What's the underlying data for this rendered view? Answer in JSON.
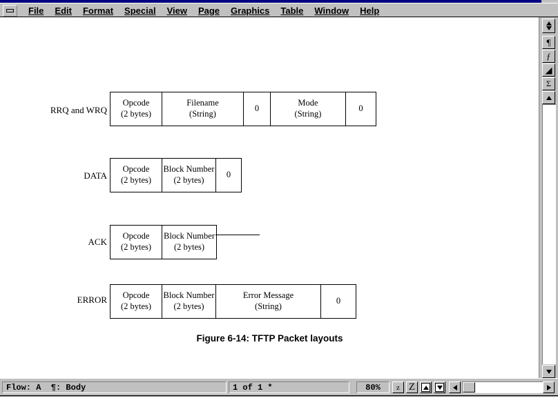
{
  "window": {
    "system_menu_icon": "restore-box-icon"
  },
  "menubar": {
    "items": [
      {
        "label": "File",
        "accel": "F"
      },
      {
        "label": "Edit",
        "accel": "E"
      },
      {
        "label": "Format",
        "accel": "o"
      },
      {
        "label": "Special",
        "accel": "S"
      },
      {
        "label": "View",
        "accel": "V"
      },
      {
        "label": "Page",
        "accel": "P"
      },
      {
        "label": "Graphics",
        "accel": "G"
      },
      {
        "label": "Table",
        "accel": "T"
      },
      {
        "label": "Window",
        "accel": "W"
      },
      {
        "label": "Help",
        "accel": "H"
      }
    ]
  },
  "document": {
    "caption": "Figure 6-14: TFTP Packet layouts",
    "rows": [
      {
        "label": "RRQ and WRQ",
        "cells": [
          {
            "line1": "Opcode",
            "line2": "(2 bytes)"
          },
          {
            "line1": "Filename",
            "line2": "(String)"
          },
          {
            "line1": "0",
            "line2": ""
          },
          {
            "line1": "Mode",
            "line2": "(String)"
          },
          {
            "line1": "0",
            "line2": ""
          }
        ]
      },
      {
        "label": "DATA",
        "cells": [
          {
            "line1": "Opcode",
            "line2": "(2 bytes)"
          },
          {
            "line1": "Block Number",
            "line2": "(2 bytes)"
          },
          {
            "line1": "0",
            "line2": ""
          }
        ]
      },
      {
        "label": "ACK",
        "cells": [
          {
            "line1": "Opcode",
            "line2": "(2 bytes)"
          },
          {
            "line1": "Block Number",
            "line2": "(2 bytes)"
          }
        ]
      },
      {
        "label": "ERROR",
        "cells": [
          {
            "line1": "Opcode",
            "line2": "(2 bytes)"
          },
          {
            "line1": "Block Number",
            "line2": "(2 bytes)"
          },
          {
            "line1": "Error Message",
            "line2": "(String)"
          },
          {
            "line1": "0",
            "line2": ""
          }
        ]
      }
    ]
  },
  "right_toolbar": {
    "buttons": [
      {
        "name": "paragraph-mark-icon",
        "glyph": "¶"
      },
      {
        "name": "function-f-icon",
        "glyph": "ƒ"
      },
      {
        "name": "triangle-delta-icon",
        "glyph": "◢"
      },
      {
        "name": "sigma-icon",
        "glyph": "Σ"
      }
    ]
  },
  "statusbar": {
    "flow": "Flow: A  ¶: Body",
    "page": "1 of 1 *",
    "zoom": "80%",
    "zoom_out_label": "z",
    "zoom_in_label": "Z",
    "prev_page_icon": "page-up-icon",
    "next_page_icon": "page-down-icon",
    "scroll_left_icon": "arrow-left-icon",
    "scroll_right_icon": "arrow-right-icon"
  },
  "colors": {
    "title_blue": "#000080",
    "chrome_gray": "#c0c0c0",
    "page_white": "#ffffff",
    "ink": "#000000"
  }
}
